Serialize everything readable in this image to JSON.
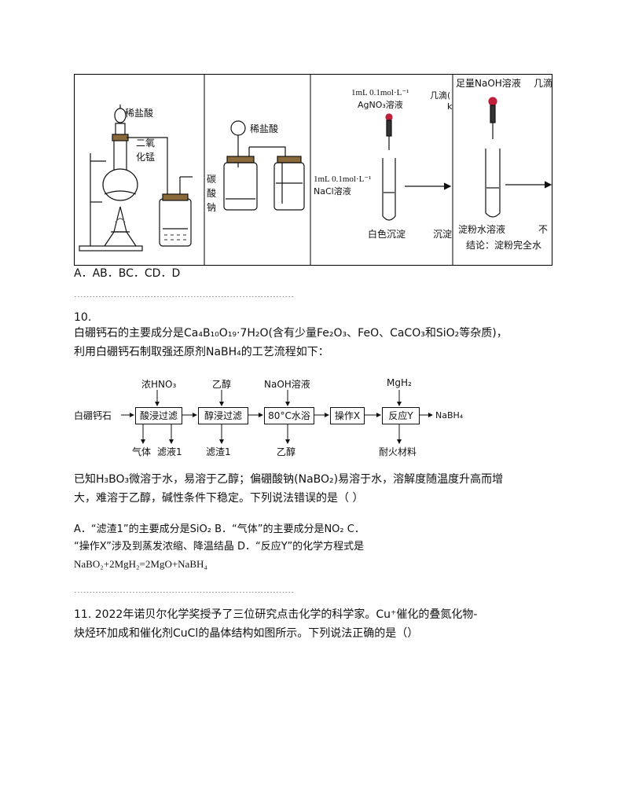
{
  "experiment_figure": {
    "panelA": {
      "label1": "稀盐酸",
      "label2": "二氧",
      "label3": "化锰"
    },
    "panelB": {
      "label1": "稀盐酸",
      "label2": "碳",
      "label3": "酸",
      "label4": "钠"
    },
    "panelC": {
      "reagent_top1": "1mL 0.1mol·L⁻¹",
      "reagent_top2": "AgNO₃溶液",
      "reagent_side1": "1mL 0.1mol·L⁻¹",
      "reagent_side2": "NaCl溶液",
      "cut_top": "几滴(",
      "cut_k": "k",
      "precipitate": "白色沉淀",
      "cut_bottom": "沉淀"
    },
    "panelD": {
      "reagent": "足量NaOH溶液",
      "cut_right": "几滴",
      "solution": "淀粉水溶液",
      "cut_right2": "不",
      "conclusion": "结论：淀粉完全水"
    }
  },
  "q9_options": "A．AB．BC．CD．D",
  "separator": "------------------------------------------------------------------------",
  "q10": {
    "number": "10.",
    "stem_line1": "白硼钙石的主要成分是Ca₄B₁₀O₁₉·7H₂O(含有少量Fe₂O₃、FeO、CaCO₃和SiO₂等杂质)，",
    "stem_line2": "利用白硼钙石制取强还原剂NaBH₄的工艺流程如下：",
    "flow": {
      "start": "白硼钙石",
      "steps": [
        "酸浸过滤",
        "醇浸过滤",
        "80°C水浴",
        "操作X",
        "反应Y"
      ],
      "inputs": [
        "浓HNO₃",
        "乙醇",
        "NaOH溶液",
        "MgH₂"
      ],
      "outputs": [
        "气体",
        "滤液1",
        "滤渣1",
        "乙醇",
        "耐火材料"
      ],
      "product": "NaBH₄"
    },
    "known_line1": "已知H₃BO₃微溶于水，易溶于乙醇；偏硼酸钠(NaBO₂)易溶于水，溶解度随温度升高而增",
    "known_line2": "大，难溶于乙醇，碱性条件下稳定。下列说法错误的是（  ）",
    "opt_line1": "A．“滤渣1”的主要成分是SiO₂ B．“气体”的主要成分是NO₂ C．",
    "opt_line2": "“操作X”涉及到蒸发浓缩、降温结晶 D．“反应Y”的化学方程式是",
    "opt_line3": "NaBO₂+2MgH₂=2MgO+NaBH₄"
  },
  "q11": {
    "stem_line1": "11. 2022年诺贝尔化学奖授予了三位研究点击化学的科学家。Cu⁺催化的叠氮化物-",
    "stem_line2": "炔烃环加成和催化剂CuCl的晶体结构如图所示。下列说法正确的是（）"
  }
}
